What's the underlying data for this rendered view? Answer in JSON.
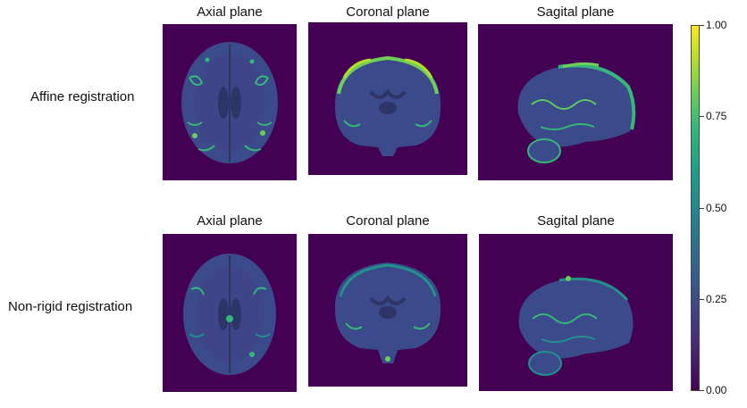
{
  "rows": [
    {
      "label": "Affine registration",
      "panels": [
        {
          "title": "Axial plane",
          "view": "axial"
        },
        {
          "title": "Coronal plane",
          "view": "coronal"
        },
        {
          "title": "Sagital plane",
          "view": "sagittal"
        }
      ]
    },
    {
      "label": "Non-rigid registration",
      "panels": [
        {
          "title": "Axial plane",
          "view": "axial"
        },
        {
          "title": "Coronal plane",
          "view": "coronal"
        },
        {
          "title": "Sagital plane",
          "view": "sagittal"
        }
      ]
    }
  ],
  "colorbar": {
    "colormap": "viridis",
    "ticks": [
      "1.00",
      "0.75",
      "0.50",
      "0.25",
      "0.00"
    ]
  },
  "colors": {
    "background": "#440154",
    "tissue": "#3b4a8a",
    "highlight": "#35b779",
    "peak": "#b5de2b"
  }
}
